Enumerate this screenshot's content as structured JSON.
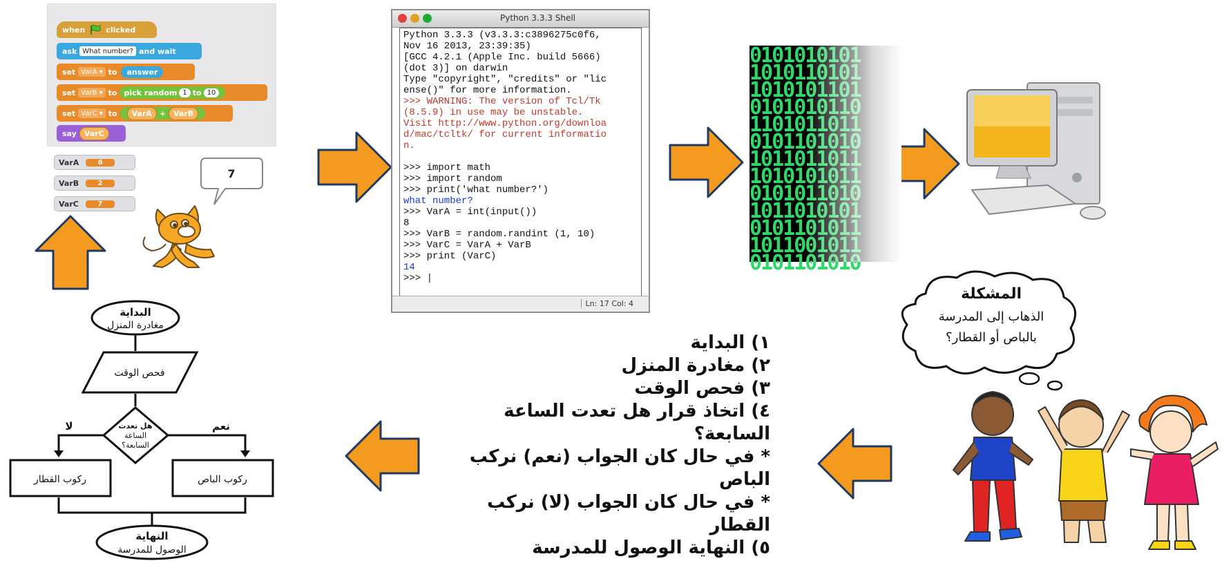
{
  "scratch": {
    "when_label": "when",
    "clicked_label": "clicked",
    "ask_label": "ask",
    "ask_prompt": "What number?",
    "and_wait_label": "and wait",
    "set_label": "set",
    "to_label": "to",
    "answer_label": "answer",
    "var_a": "VarA",
    "var_b": "VarB",
    "var_c": "VarC",
    "pick_random_label": "pick random",
    "random_from": "1",
    "random_to": "10",
    "plus_label": "+",
    "say_label": "say",
    "monitors": [
      {
        "name": "VarA",
        "value": "6"
      },
      {
        "name": "VarB",
        "value": "2"
      },
      {
        "name": "VarC",
        "value": "7"
      }
    ],
    "speech": "7"
  },
  "shell": {
    "title": "Python 3.3.3 Shell",
    "lines": [
      {
        "text": "Python 3.3.3 (v3.3.3:c3896275c0f6,",
        "color": "#111"
      },
      {
        "text": "Nov 16 2013, 23:39:35)",
        "color": "#111"
      },
      {
        "text": "[GCC 4.2.1 (Apple Inc. build 5666)",
        "color": "#111"
      },
      {
        "text": "(dot 3)] on darwin",
        "color": "#111"
      },
      {
        "text": "Type \"copyright\", \"credits\" or \"lic",
        "color": "#111"
      },
      {
        "text": "ense()\" for more information.",
        "color": "#111"
      },
      {
        "text": ">>> WARNING: The version of Tcl/Tk",
        "color": "#c0392b"
      },
      {
        "text": "(8.5.9) in use may be unstable.",
        "color": "#c0392b"
      },
      {
        "text": "Visit http://www.python.org/downloa",
        "color": "#c0392b"
      },
      {
        "text": "d/mac/tcltk/ for current informatio",
        "color": "#c0392b"
      },
      {
        "text": "n.",
        "color": "#c0392b"
      },
      {
        "text": "",
        "color": "#111"
      },
      {
        "text": ">>> import math",
        "color": "#111"
      },
      {
        "text": ">>> import random",
        "color": "#111"
      },
      {
        "text": ">>> print('what number?')",
        "color": "#111"
      },
      {
        "text": "what number?",
        "color": "#1a3fd1"
      },
      {
        "text": ">>> VarA = int(input())",
        "color": "#111"
      },
      {
        "text": "8",
        "color": "#111"
      },
      {
        "text": ">>> VarB = random.randint (1, 10)",
        "color": "#111"
      },
      {
        "text": ">>> VarC = VarA + VarB",
        "color": "#111"
      },
      {
        "text": ">>> print (VarC)",
        "color": "#111"
      },
      {
        "text": "14",
        "color": "#1a3fd1"
      },
      {
        "text": ">>> |",
        "color": "#111"
      }
    ],
    "status": "Ln: 17 Col: 4"
  },
  "binary_lines": [
    "0101010101",
    "1010110101",
    "1010101101",
    "0101010110",
    "1101011011",
    "0101101010",
    "1011011011",
    "1010101011",
    "0101011010",
    "1011010101",
    "0101101011",
    "1011001011",
    "0101101010"
  ],
  "problem": {
    "title": "المشكلة",
    "line1": "الذهاب إلى المدرسة",
    "line2": "بالباص أو القطار؟"
  },
  "steps": [
    "١) البداية",
    "٢) مغادرة المنزل",
    "٣) فحص الوقت",
    "٤) اتخاذ قرار هل تعدت الساعة السابعة؟",
    "* في حال كان الجواب (نعم) نركب الباص",
    "* في حال كان الجواب (لا) نركب القطار",
    "٥) النهاية الوصول للمدرسة"
  ],
  "flowchart": {
    "start_title": "البداية",
    "start_sub": "مغادرة المنزل",
    "check": "فحص الوقت",
    "decision_1": "هل تعدت",
    "decision_2": "الساعة",
    "decision_3": "السابعة؟",
    "yes": "نعم",
    "no": "لا",
    "bus": "ركوب الباص",
    "train": "ركوب القطار",
    "end_title": "النهاية",
    "end_sub": "الوصول للمدرسة"
  },
  "colors": {
    "arrow": "#f39a1f",
    "arrow_outline": "#1e3a63",
    "binary_green": "#2fd86a"
  }
}
